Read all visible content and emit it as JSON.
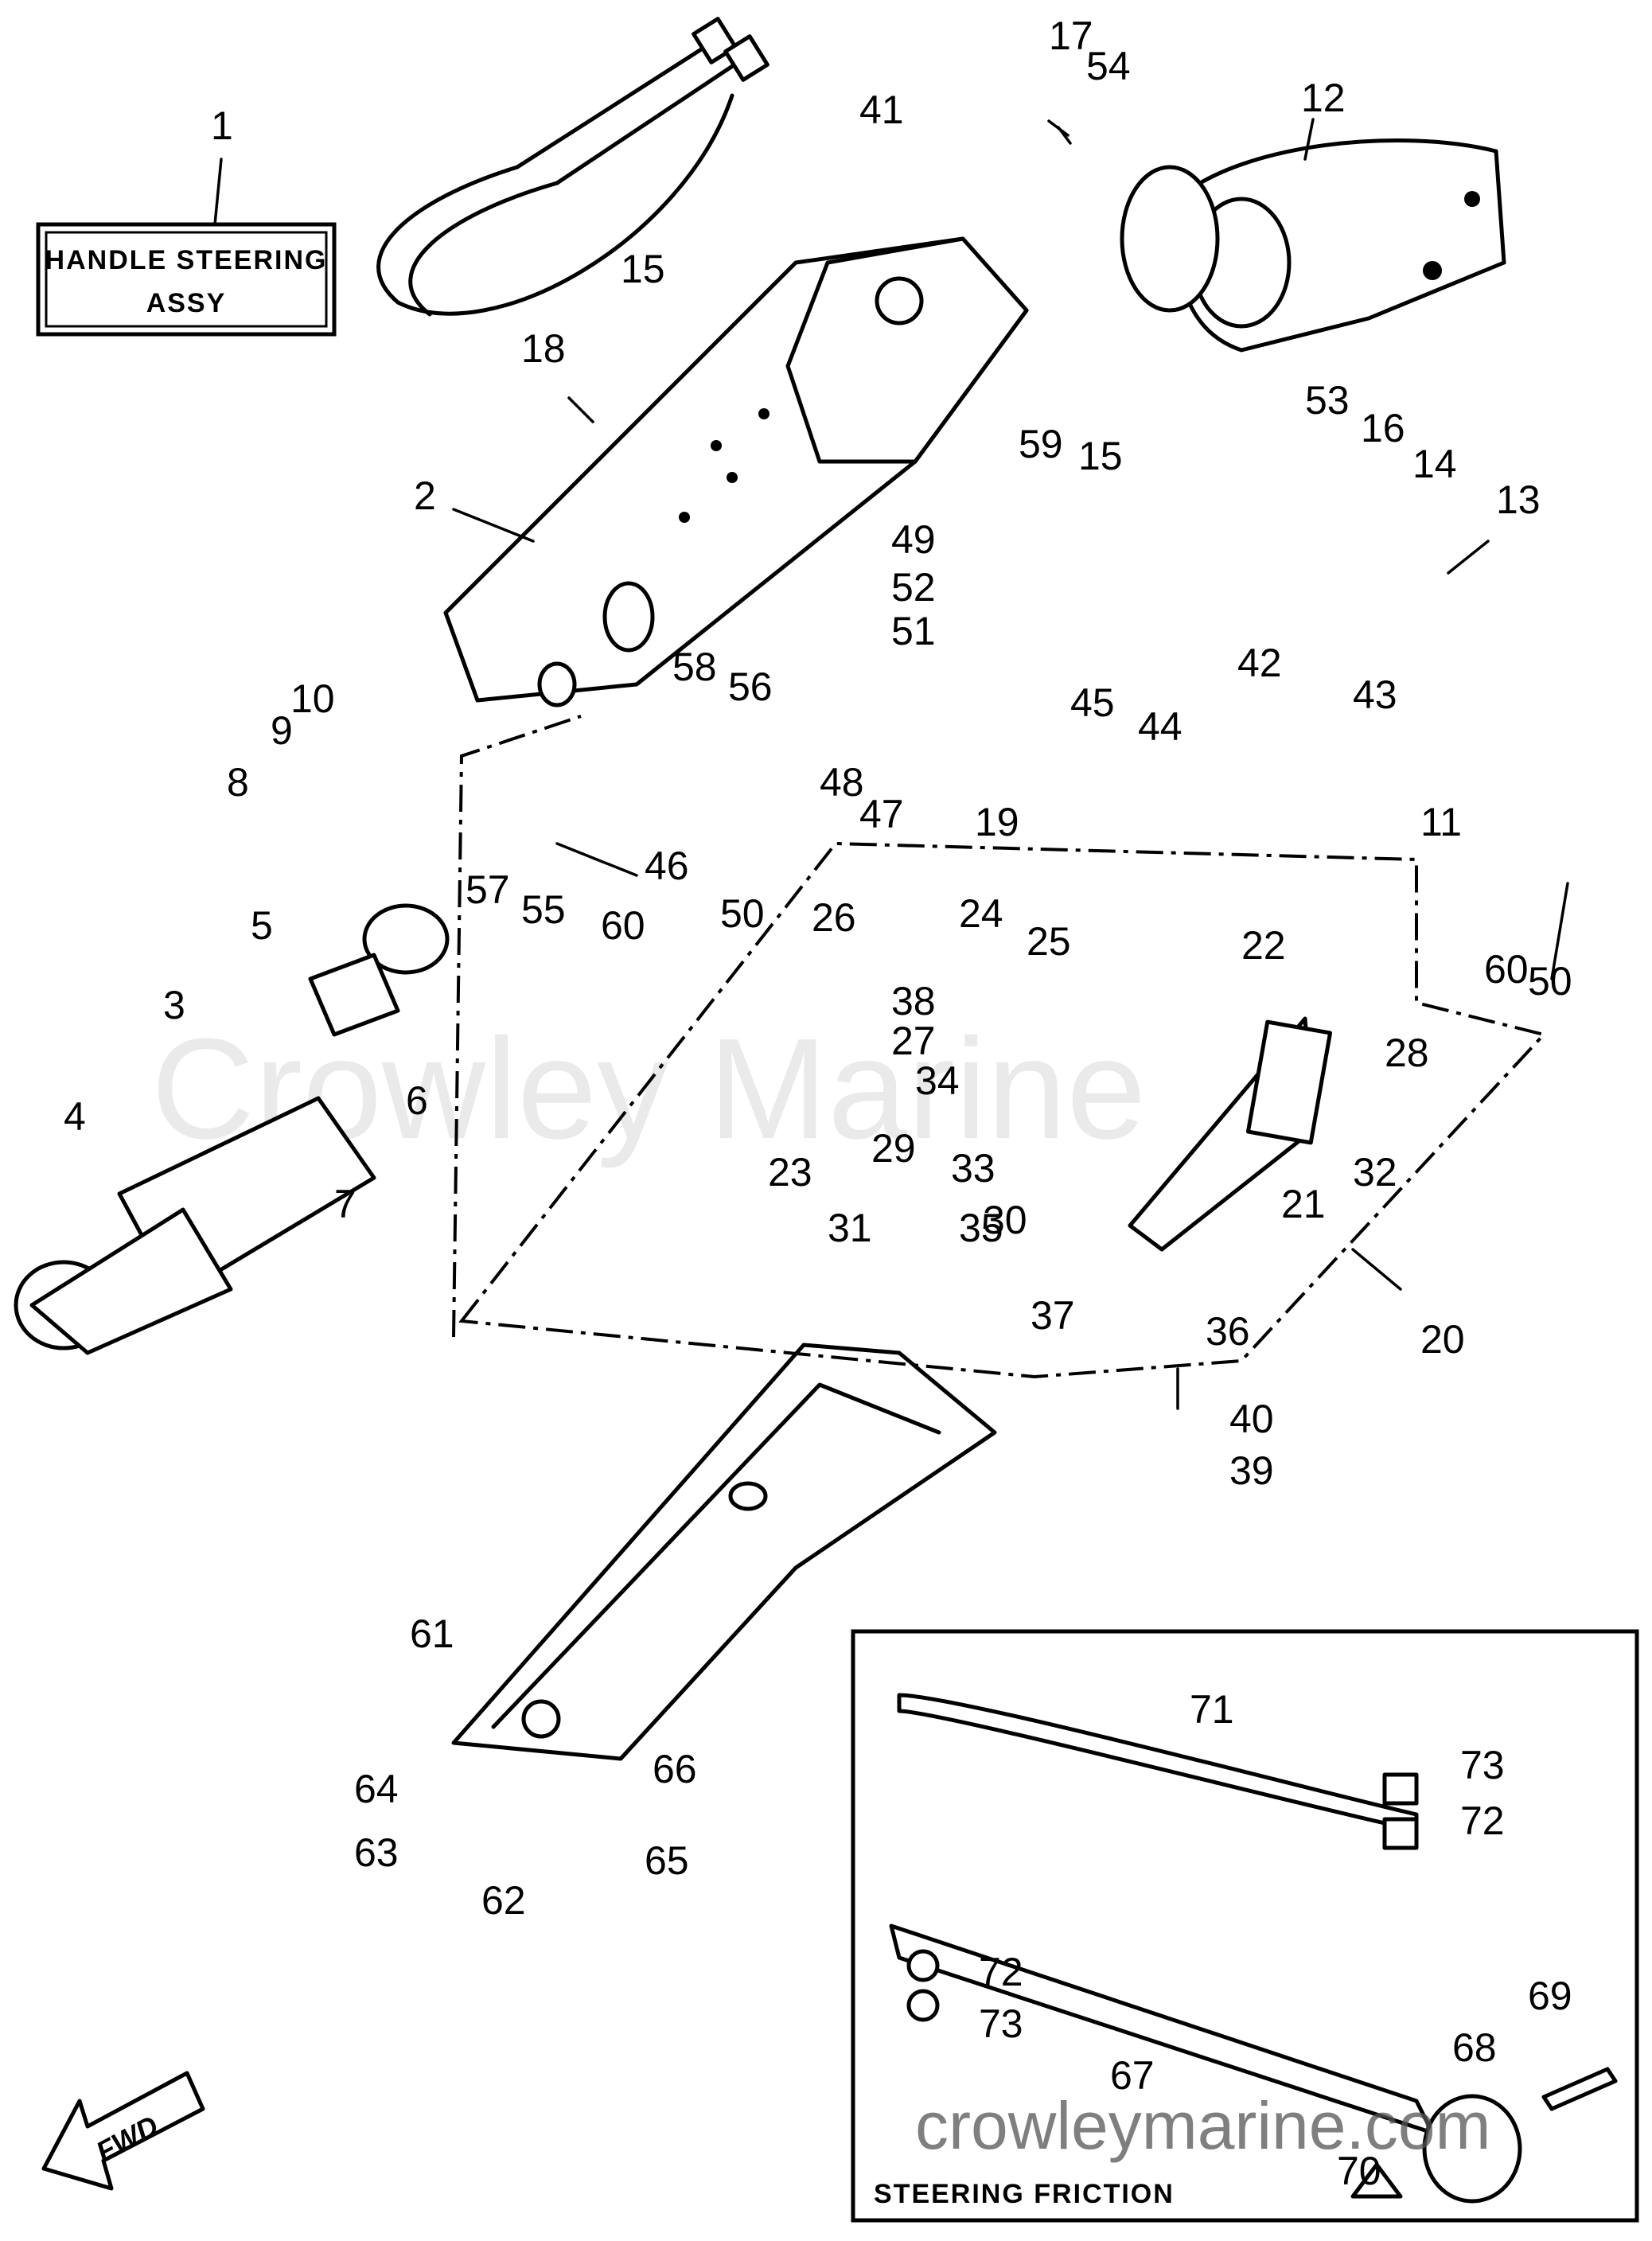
{
  "panels": {
    "handle_steering": {
      "line1": "HANDLE STEERING",
      "line2": "ASSY"
    },
    "steering_friction": {
      "title": "STEERING FRICTION"
    }
  },
  "direction_arrow": {
    "label": "FWD"
  },
  "watermarks": {
    "faded": "Crowley Marine",
    "site": "crowleymarine.com"
  },
  "callouts": {
    "p1": "1",
    "p2": "2",
    "p3": "3",
    "p4": "4",
    "p5": "5",
    "p6": "6",
    "p7": "7",
    "p8": "8",
    "p9": "9",
    "p10": "10",
    "p11": "11",
    "p12": "12",
    "p13": "13",
    "p14": "14",
    "p15a": "15",
    "p15b": "15",
    "p16": "16",
    "p17": "17",
    "p18": "18",
    "p19": "19",
    "p20": "20",
    "p21": "21",
    "p22": "22",
    "p23": "23",
    "p24": "24",
    "p25": "25",
    "p26": "26",
    "p27": "27",
    "p28": "28",
    "p29": "29",
    "p30": "30",
    "p31": "31",
    "p32": "32",
    "p33": "33",
    "p34": "34",
    "p35": "35",
    "p36": "36",
    "p37": "37",
    "p38": "38",
    "p39": "39",
    "p40": "40",
    "p41": "41",
    "p42": "42",
    "p43": "43",
    "p44": "44",
    "p45": "45",
    "p46": "46",
    "p47": "47",
    "p48": "48",
    "p49": "49",
    "p50a": "50",
    "p50b": "50",
    "p51": "51",
    "p52": "52",
    "p53": "53",
    "p54": "54",
    "p55": "55",
    "p56": "56",
    "p57": "57",
    "p58": "58",
    "p59": "59",
    "p60a": "60",
    "p60b": "60",
    "p61": "61",
    "p62": "62",
    "p63": "63",
    "p64": "64",
    "p65": "65",
    "p66": "66",
    "p67": "67",
    "p68": "68",
    "p69": "69",
    "p70": "70",
    "p71": "71",
    "p72a": "72",
    "p72b": "72",
    "p73a": "73",
    "p73b": "73"
  }
}
